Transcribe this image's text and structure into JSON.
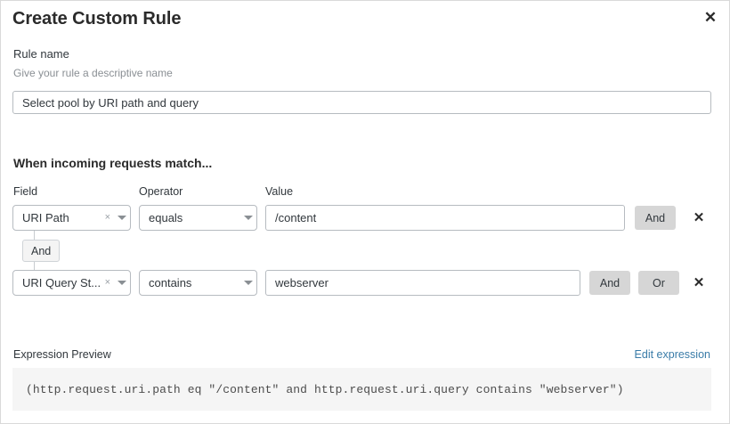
{
  "dialog": {
    "title": "Create Custom Rule",
    "close_label": "✕"
  },
  "rule_name": {
    "label": "Rule name",
    "help": "Give your rule a descriptive name",
    "value": "Select pool by URI path and query",
    "placeholder": "Rule name"
  },
  "match_section": {
    "heading": "When incoming requests match...",
    "columns": {
      "field": "Field",
      "operator": "Operator",
      "value": "Value"
    },
    "connector": {
      "label": "And"
    },
    "rows": [
      {
        "field": "URI Path",
        "field_clear": "×",
        "operator": "equals",
        "value": "/content",
        "buttons": [
          "And"
        ],
        "delete_label": "✕"
      },
      {
        "field": "URI Query St...",
        "field_clear": "×",
        "operator": "contains",
        "value": "webserver",
        "buttons": [
          "And",
          "Or"
        ],
        "delete_label": "✕"
      }
    ]
  },
  "expression_preview": {
    "label": "Expression Preview",
    "edit_link": "Edit expression",
    "code": "(http.request.uri.path eq \"/content\" and http.request.uri.query contains \"webserver\")"
  },
  "colors": {
    "link": "#3a7ca8",
    "button_gray": "#d6d6d6",
    "border": "#b6bbc0",
    "code_background": "#f5f5f5"
  }
}
